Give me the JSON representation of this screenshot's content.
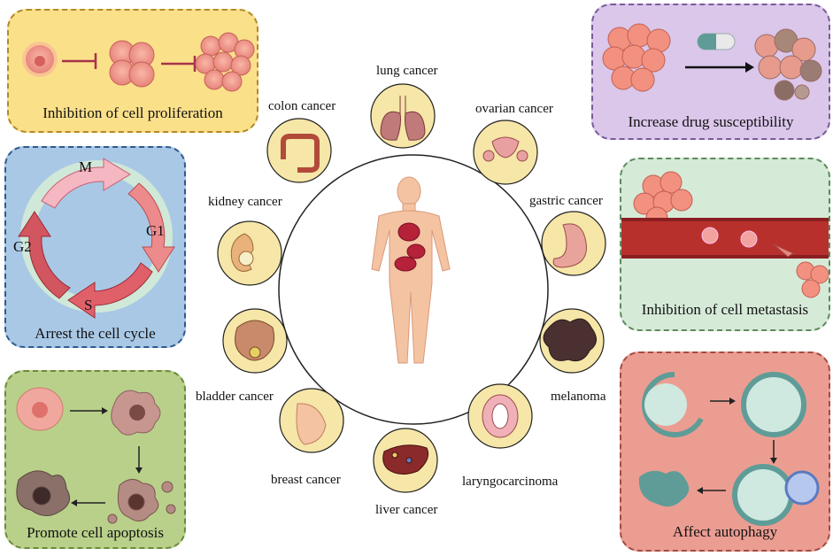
{
  "panels": {
    "proliferation": {
      "label": "Inhibition of cell proliferation",
      "bg": "#fbe08a",
      "border": "#b08a2a"
    },
    "cell_cycle": {
      "label": "Arrest the cell cycle",
      "bg": "#a9c8e6",
      "border": "#2f5a8e",
      "phases": {
        "m": "M",
        "g1": "G1",
        "s": "S",
        "g2": "G2"
      }
    },
    "apoptosis": {
      "label": "Promote cell apoptosis",
      "bg": "#b9d08a",
      "border": "#6b8a3a"
    },
    "drug": {
      "label": "Increase drug susceptibility",
      "bg": "#dac7ea",
      "border": "#7a5a9a"
    },
    "metastasis": {
      "label": "Inhibition of cell metastasis",
      "bg": "#d6ead8",
      "border": "#5e8a5e"
    },
    "autophagy": {
      "label": "Affect autophagy",
      "bg": "#ec9d92",
      "border": "#a24c44"
    }
  },
  "cancers": {
    "lung": "lung cancer",
    "ovarian": "ovarian cancer",
    "gastric": "gastric cancer",
    "melanoma": "melanoma",
    "laryngo": "laryngocarcinoma",
    "liver": "liver cancer",
    "breast": "breast cancer",
    "bladder": "bladder cancer",
    "kidney": "kidney cancer",
    "colon": "colon cancer"
  },
  "colors": {
    "organ_circle": "#f6e6a8",
    "skin": "#f4c3a2",
    "organ_red": "#b5223a",
    "cell_pink": "#f08a80"
  }
}
